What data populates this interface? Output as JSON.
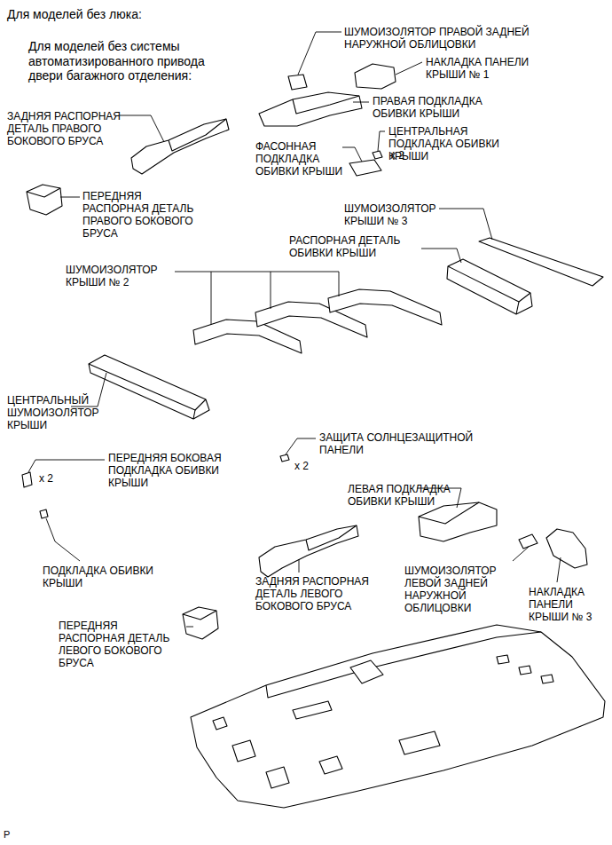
{
  "diagram": {
    "labels": [
      "Для моделей без люка:",
      "Для моделей без системы автоматизированного привода двери багажного отделения:",
      "ШУМОИЗОЛЯТОР ПРАВОЙ ЗАДНЕЙ НАРУЖНОЙ ОБЛИЦОВКИ",
      "НАКЛАДКА ПАНЕЛИ КРЫШИ № 1",
      "ПРАВАЯ ПОДКЛАДКА ОБИВКИ КРЫШИ",
      "ЗАДНЯЯ РАСПОРНАЯ ДЕТАЛЬ ПРАВОГО БОКОВОГО БРУСА",
      "ЦЕНТРАЛЬНАЯ ПОДКЛАДКА ОБИВКИ КРЫШИ",
      "x 2",
      "ФАСОННАЯ ПОДКЛАДКА ОБИВКИ КРЫШИ",
      "ПЕРЕДНЯЯ РАСПОРНАЯ ДЕТАЛЬ ПРАВОГО БОКОВОГО БРУСА",
      "ШУМОИЗОЛЯТОР КРЫШИ № 3",
      "РАСПОРНАЯ ДЕТАЛЬ ОБИВКИ КРЫШИ",
      "ШУМОИЗОЛЯТОР КРЫШИ № 2",
      "ЦЕНТРАЛЬНЫЙ ШУМОИЗОЛЯТОР КРЫШИ",
      "ЗАЩИТА СОЛНЦЕЗАЩИТНОЙ ПАНЕЛИ",
      "x 2",
      "ПЕРЕДНЯЯ БОКОВАЯ ПОДКЛАДКА ОБИВКИ КРЫШИ",
      "x 2",
      "ЛЕВАЯ ПОДКЛАДКА ОБИВКИ КРЫШИ",
      "ПОДКЛАДКА ОБИВКИ КРЫШИ",
      "ЗАДНЯЯ РАСПОРНАЯ ДЕТАЛЬ ЛЕВОГО БОКОВОГО БРУСА",
      "ШУМОИЗОЛЯТОР ЛЕВОЙ ЗАДНЕЙ НАРУЖНОЙ ОБЛИЦОВКИ",
      "НАКЛАДКА ПАНЕЛИ КРЫШИ № 3",
      "ПЕРЕДНЯЯ РАСПОРНАЯ ДЕТАЛЬ ЛЕВОГО БОКОВОГО БРУСА",
      "P"
    ]
  }
}
